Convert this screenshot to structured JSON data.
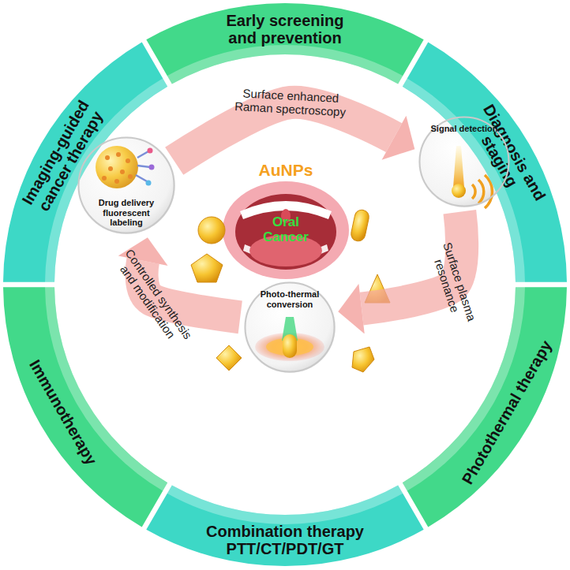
{
  "diagram": {
    "nodes": [
      {
        "text": [
          "Early screening and prevention"
        ]
      },
      {
        "text": [
          "Diagnosis and staging"
        ]
      },
      {
        "text": [
          "Photothermal therapy"
        ]
      },
      {
        "text": [
          "Combination therapy PTT/CT/PDT/GT"
        ]
      },
      {
        "text": [
          "Immunotherapy"
        ]
      },
      {
        "text": [
          "Imaging-guided cancer therapy"
        ]
      },
      {
        "text": [
          "Drug delivery fluorescent labeling"
        ]
      },
      {
        "text": [
          "Signal detection"
        ]
      },
      {
        "text": [
          "Photo-thermal conversion"
        ]
      }
    ],
    "edges": [
      {
        "from": 6,
        "to": 7,
        "label": "Surface enhanced Raman spectroscopy",
        "arrow": "to"
      },
      {
        "from": 7,
        "to": 8,
        "label": "Surface plasma resonance",
        "arrow": "to"
      },
      {
        "from": 8,
        "to": 6,
        "label": "Controlled synthesis and modification",
        "arrow": "to"
      }
    ],
    "labels": [
      "AuNPs",
      "Oral Cancer"
    ]
  }
}
